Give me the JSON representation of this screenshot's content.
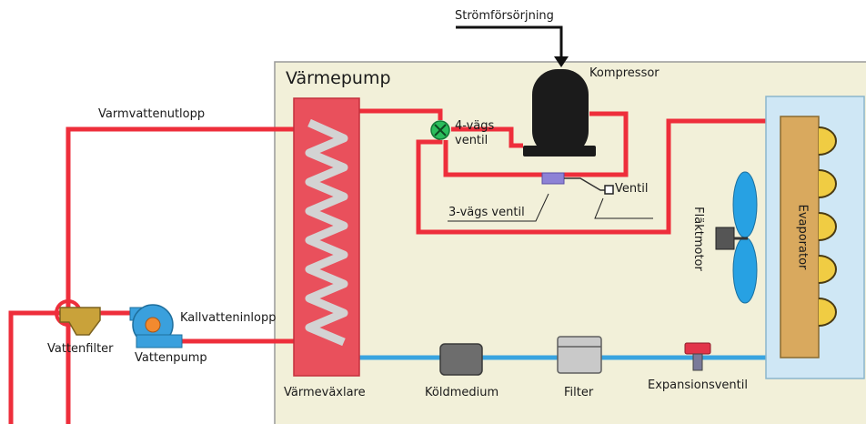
{
  "diagram": {
    "title": "Värmepump",
    "labels": {
      "power_supply": "Strömförsörjning",
      "compressor": "Kompressor",
      "hot_water_outlet": "Varmvattenutlopp",
      "four_way_valve_line1": "4-vägs",
      "four_way_valve_line2": "ventil",
      "valve": "Ventil",
      "three_way_valve": "3-vägs ventil",
      "fan_motor": "Fläktmotor",
      "evaporator": "Evaporator",
      "cold_water_inlet": "Kallvatteninlopp",
      "water_filter": "Vattenfilter",
      "water_pump": "Vattenpump",
      "heat_exchanger": "Värmeväxlare",
      "refrigerant": "Köldmedium",
      "filter": "Filter",
      "expansion_valve": "Expansionsventil"
    },
    "colors": {
      "panel_background": "#f2f0d9",
      "hot_pipe": "#ee2e3b",
      "cold_pipe": "#39a4e0",
      "heat_exchanger": "#e9505c",
      "evaporator_frame": "#cfe7f5",
      "evaporator_core": "#d9a95e",
      "coil_loops": "#f0cc43",
      "fan_blades": "#27a1e3",
      "compressor": "#1b1b1b",
      "four_way_valve": "#2bbd5c",
      "three_way_valve": "#8d82d6",
      "water_pump": "#3aa0dd",
      "pump_core": "#f28a2f",
      "water_filter": "#c9a23a",
      "expansion_valve": "#e2344a",
      "refrigerant_tank": "#6d6d6d",
      "filter": "#c9c9c9"
    }
  }
}
